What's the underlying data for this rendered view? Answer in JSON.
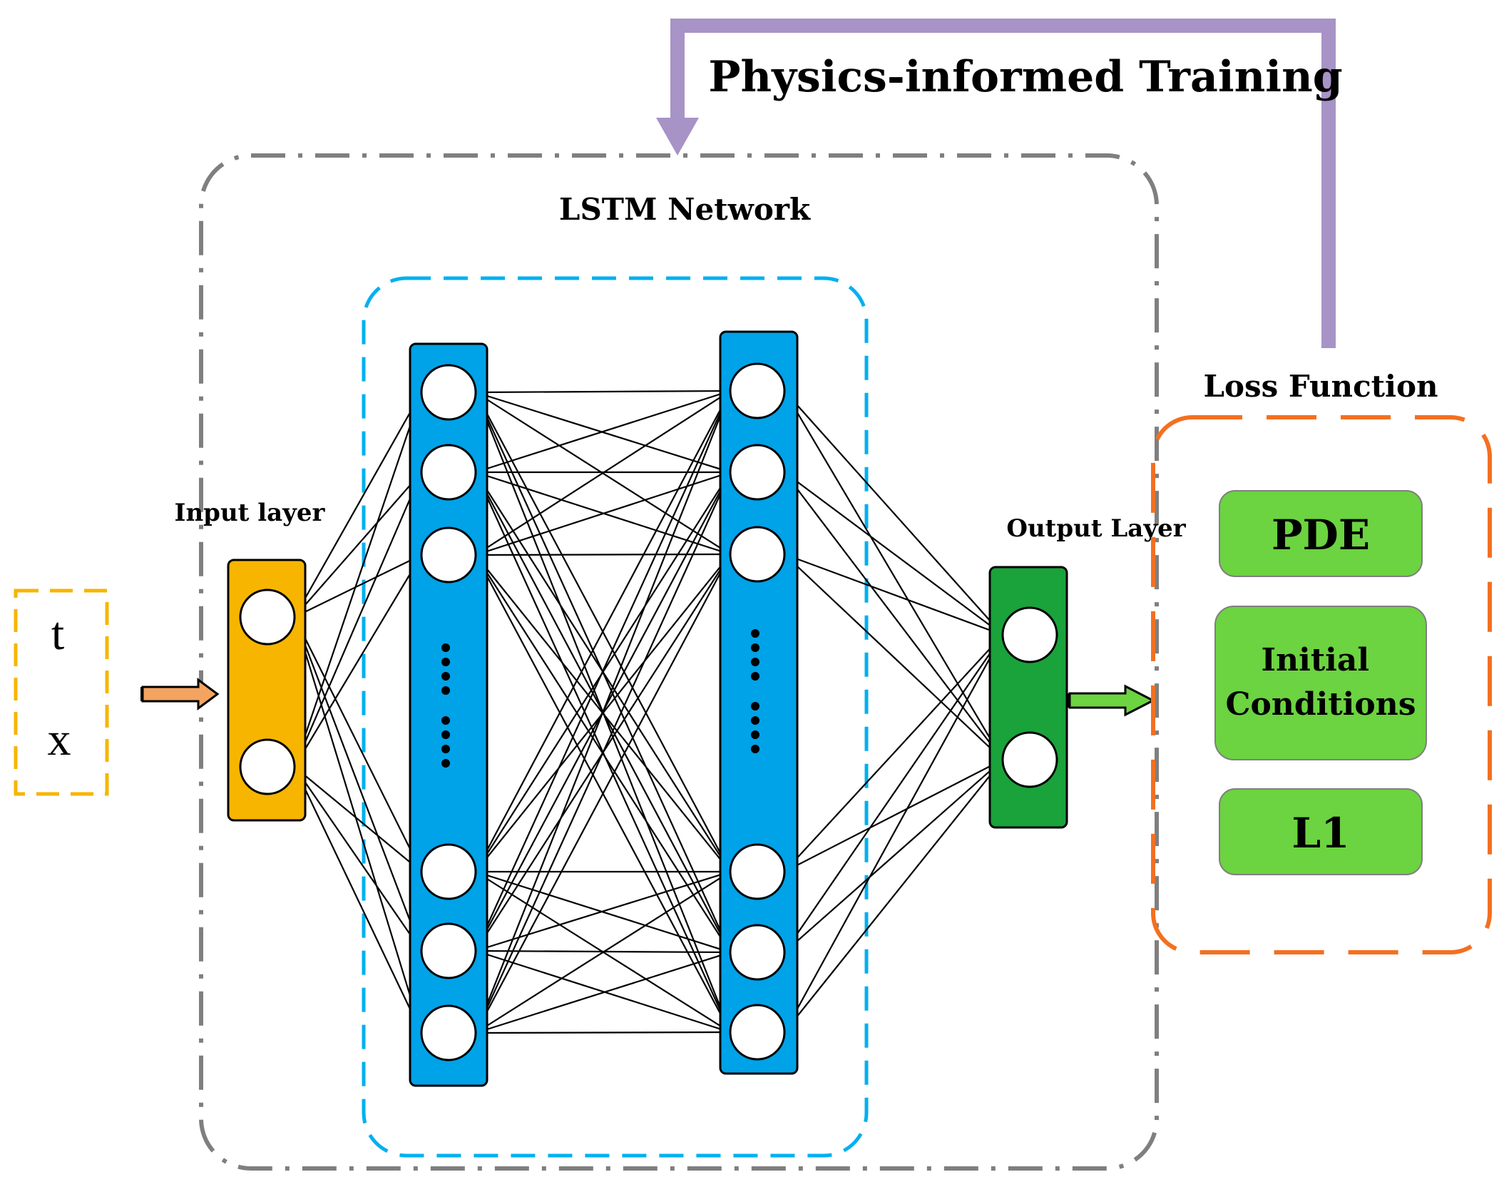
{
  "feedback": {
    "label": "Physics-informed Training",
    "color": "#a793c6"
  },
  "network": {
    "title": "LSTM Network"
  },
  "input_vars": [
    "t",
    "x"
  ],
  "layers": {
    "input": {
      "label": "Input layer",
      "color": "#f7b500"
    },
    "hidden": {
      "color": "#00a2e8"
    },
    "output": {
      "label": "Output Layer",
      "color": "#1aa23b"
    }
  },
  "loss": {
    "title": "Loss Function",
    "items": [
      "PDE",
      "Initial\nConditions",
      "L1"
    ],
    "color": "#6cd341",
    "border_color": "#f37021"
  }
}
